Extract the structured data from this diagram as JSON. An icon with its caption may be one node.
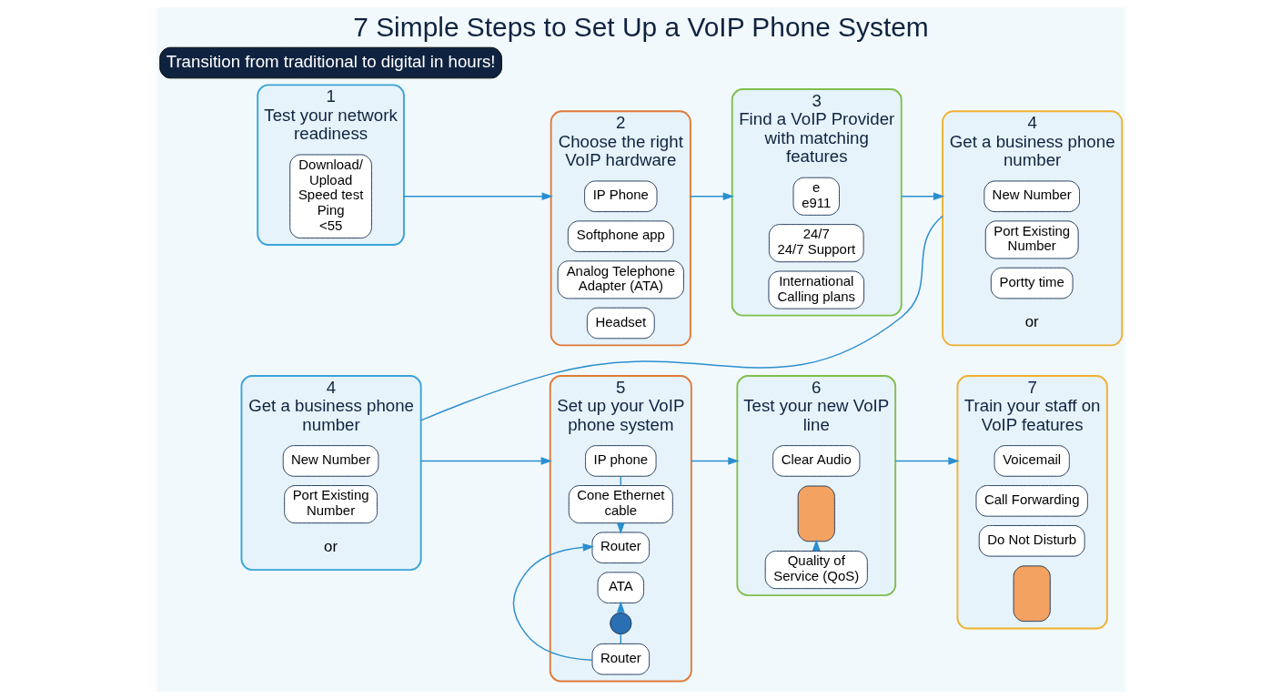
{
  "diagram": {
    "title": "7 Simple Steps to Set Up a VoIP Phone System",
    "caption": "Transition from traditional to digital in hours!",
    "nodes": [
      {
        "text": [
          "1",
          "Test your network readiness"
        ]
      },
      {
        "text": [
          "Download/",
          "Upload",
          "Speed test",
          "Ping",
          "<55"
        ],
        "in": 0
      },
      {
        "text": [
          "2",
          "Choose the right VoIP hardware"
        ]
      },
      {
        "text": [
          "IP Phone"
        ],
        "in": 2
      },
      {
        "text": [
          "Softphone app"
        ],
        "in": 2
      },
      {
        "text": [
          "Analog Telephone Adapter (ATA)"
        ],
        "in": 2
      },
      {
        "text": [
          "Headset"
        ],
        "in": 2
      },
      {
        "text": [
          "3",
          "Find a VoIP Provider with matching features"
        ]
      },
      {
        "text": [
          "e",
          "e911"
        ],
        "in": 7
      },
      {
        "text": [
          "24/7",
          "24/7 Support"
        ],
        "in": 7
      },
      {
        "text": [
          "International Calling plans"
        ],
        "in": 7
      },
      {
        "text": [
          "4",
          "Get a business phone number"
        ]
      },
      {
        "text": [
          "New Number"
        ],
        "in": 11
      },
      {
        "text": [
          "Port Existing Number"
        ],
        "in": 11
      },
      {
        "text": [
          "Portty time"
        ],
        "in": 11
      },
      {
        "text": [
          "4",
          "Get a business phone number"
        ]
      },
      {
        "text": [
          "New Number"
        ],
        "in": 15
      },
      {
        "text": [
          "Port Existing Number"
        ],
        "in": 15
      },
      {
        "text": [
          "5",
          "Set up your VoIP phone system"
        ]
      },
      {
        "text": [
          "IP phone"
        ],
        "in": 18
      },
      {
        "text": [
          "Cone Ethernet cable"
        ],
        "in": 18
      },
      {
        "text": [
          "Router"
        ],
        "in": 18
      },
      {
        "text": [
          "ATA"
        ],
        "in": 18
      },
      {
        "text": [],
        "shape": "circle",
        "in": 18
      },
      {
        "text": [
          "Router"
        ],
        "in": 18
      },
      {
        "text": [
          "6",
          "Test your new VoIP line"
        ]
      },
      {
        "text": [
          "Clear Audio"
        ],
        "in": 25
      },
      {
        "text": [],
        "shape": "person",
        "in": 25
      },
      {
        "text": [
          "Quality of Service (QoS)"
        ],
        "in": 25
      },
      {
        "text": [
          "7",
          "Train your staff on VoIP features"
        ]
      },
      {
        "text": [
          "Voicemail"
        ],
        "in": 29
      },
      {
        "text": [
          "Call Forwarding"
        ],
        "in": 29
      },
      {
        "text": [
          "Do Not Disturb"
        ],
        "in": 29
      },
      {
        "text": [],
        "shape": "person",
        "in": 29
      }
    ],
    "edges": [
      {
        "from": 0,
        "to": 2,
        "arrow": "to"
      },
      {
        "from": 2,
        "to": 7,
        "arrow": "to"
      },
      {
        "from": 7,
        "to": 11,
        "arrow": "to"
      },
      {
        "from": 11,
        "to": 15,
        "arrow": "none"
      },
      {
        "from": 15,
        "to": 18,
        "arrow": "to"
      },
      {
        "from": 18,
        "to": 25,
        "arrow": "to"
      },
      {
        "from": 25,
        "to": 29,
        "arrow": "to"
      },
      {
        "from": 19,
        "to": 20,
        "arrow": "none"
      },
      {
        "from": 20,
        "to": 21,
        "arrow": "to"
      },
      {
        "from": 24,
        "to": 21,
        "arrow": "to"
      },
      {
        "from": 24,
        "to": 23,
        "arrow": "none"
      },
      {
        "from": 23,
        "to": 22,
        "arrow": "to"
      },
      {
        "from": 28,
        "to": 27,
        "arrow": "to"
      }
    ],
    "labels": [
      "or",
      "or"
    ]
  }
}
